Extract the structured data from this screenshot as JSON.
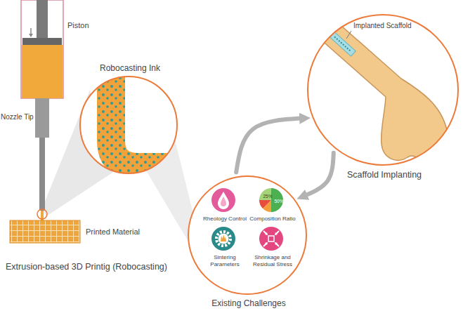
{
  "diagram": {
    "nodes": [
      {
        "text": [
          "Robocasting Ink"
        ]
      },
      {
        "text": [
          "Existing Challenges"
        ]
      },
      {
        "text": [
          "Rheology Control"
        ],
        "in": 1
      },
      {
        "text": [
          "25%",
          "50%",
          "Composition Ratio"
        ],
        "in": 1
      },
      {
        "text": [
          "Sintering Parameters"
        ],
        "in": 1
      },
      {
        "text": [
          "Shrinkage and Residual Stress"
        ],
        "in": 1
      },
      {
        "text": [
          "Scaffold Implanting"
        ]
      }
    ],
    "edges": [
      {
        "from": 1,
        "to": 6,
        "arrow": "to"
      },
      {
        "from": 6,
        "to": 1,
        "arrow": "to"
      }
    ],
    "labels": [
      "Piston",
      "Nozzle Tip",
      "Printed Material",
      "Extrusion-based 3D Printig (Robocasting)",
      "Implanted Scaffold"
    ]
  }
}
